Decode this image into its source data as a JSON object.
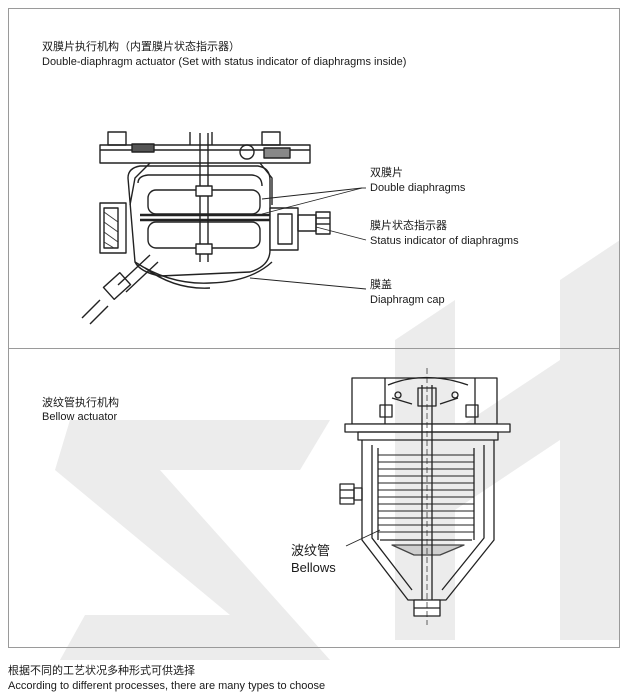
{
  "section1": {
    "title_cn": "双膜片执行机构（内置膜片状态指示器）",
    "title_en": "Double-diaphragm actuator (Set with status indicator of diaphragms inside)",
    "labels": [
      {
        "cn": "双膜片",
        "en": "Double diaphragms"
      },
      {
        "cn": "膜片状态指示器",
        "en": "Status indicator of diaphragms"
      },
      {
        "cn": "膜盖",
        "en": "Diaphragm cap"
      }
    ]
  },
  "section2": {
    "title_cn": "波纹管执行机构",
    "title_en": "Bellow actuator",
    "label": {
      "cn": "波纹管",
      "en": "Bellows"
    }
  },
  "footer": {
    "cn": "根据不同的工艺状况多种形式可供选择",
    "en": "According to different processes, there are many types to choose"
  },
  "watermark": {
    "text": "ZH",
    "color": "#e9e9e9"
  }
}
